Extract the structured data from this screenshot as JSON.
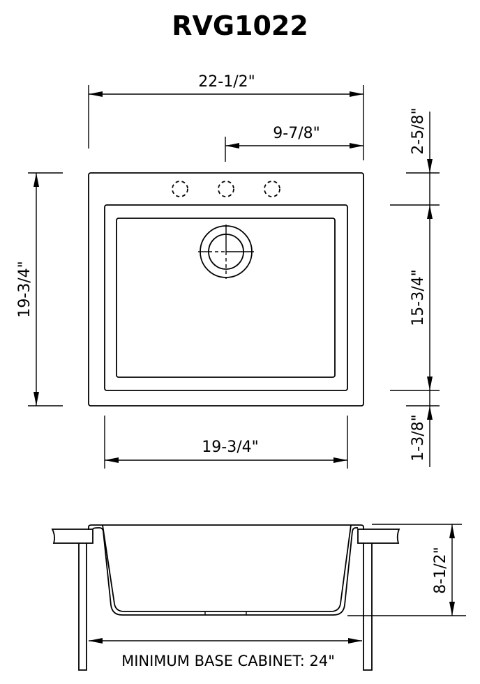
{
  "title": "RVG1022",
  "top_view": {
    "overall_width": "22-1/2\"",
    "drain_offset_from_right": "9-7/8\"",
    "overall_depth": "19-3/4\"",
    "bowl_width": "19-3/4\"",
    "back_deck_depth": "2-5/8\"",
    "bowl_depth_front_to_back": "15-3/4\"",
    "front_rim_depth": "1-3/8\"",
    "faucet_holes": 3
  },
  "side_view": {
    "bowl_height": "8-1/2\"",
    "minimum_cabinet_label": "MINIMUM BASE CABINET: 24\""
  }
}
